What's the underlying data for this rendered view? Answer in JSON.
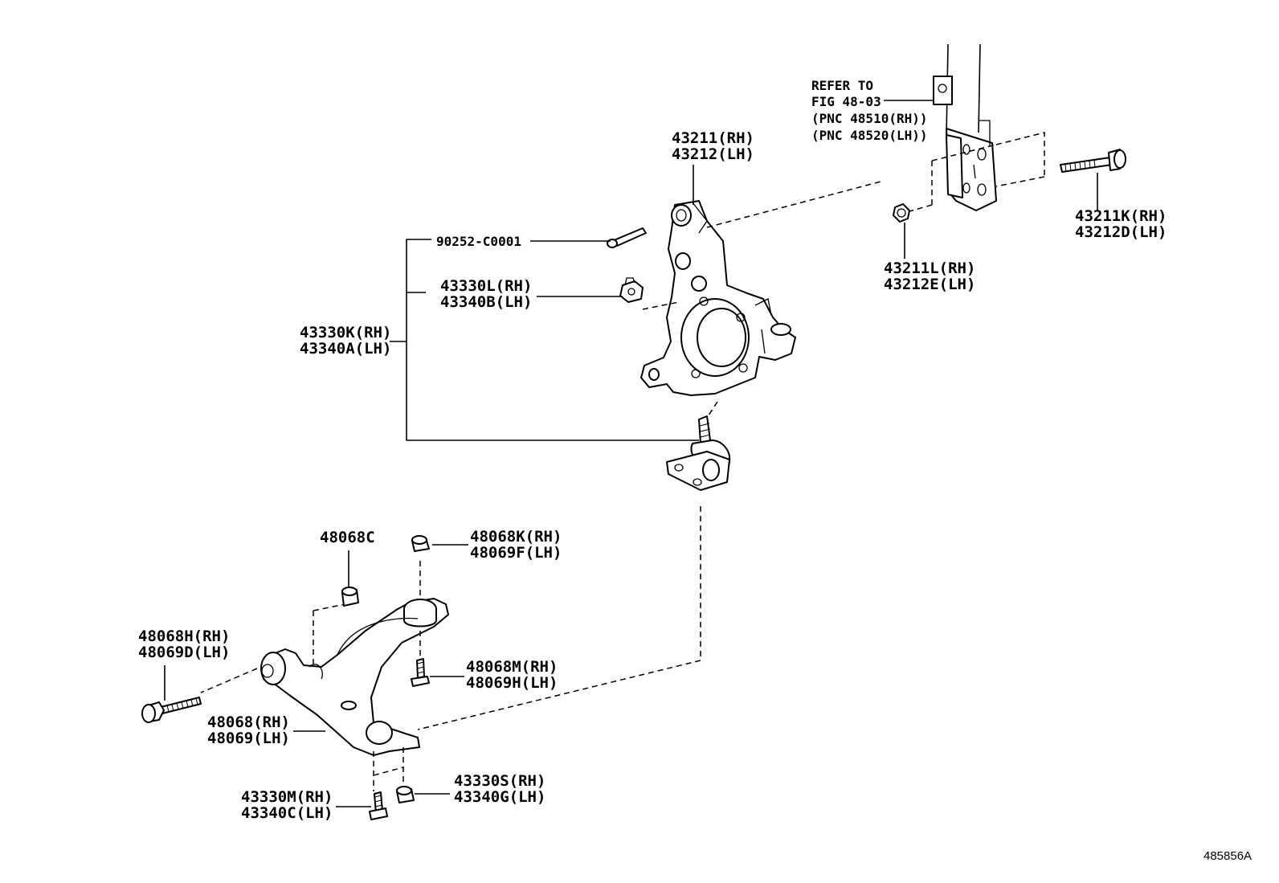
{
  "refer": {
    "line1": "REFER TO",
    "line2": "FIG 48-03",
    "line3": "(PNC 48510(RH))",
    "line4": "(PNC 48520(LH))"
  },
  "labels": {
    "knuckle_rh": "43211(RH)",
    "knuckle_lh": "43212(LH)",
    "cotter_pin": "90252-C0001",
    "nut_rh": "43330L(RH)",
    "nut_lh": "43340B(LH)",
    "balljoint_rh": "43330K(RH)",
    "balljoint_lh": "43340A(LH)",
    "strut_bolt_rh": "43211K(RH)",
    "strut_bolt_lh": "43212D(LH)",
    "strut_nut_rh": "43211L(RH)",
    "strut_nut_lh": "43212E(LH)",
    "bushing": "48068C",
    "arm_nut_rh": "48068K(RH)",
    "arm_nut_lh": "48069F(LH)",
    "arm_bolt_rh": "48068H(RH)",
    "arm_bolt_lh": "48069D(LH)",
    "arm_bolt2_rh": "48068M(RH)",
    "arm_bolt2_lh": "48069H(LH)",
    "arm_rh": "48068(RH)",
    "arm_lh": "48069(LH)",
    "bj_bolt_rh": "43330M(RH)",
    "bj_bolt_lh": "43340C(LH)",
    "bj_nut_rh": "43330S(RH)",
    "bj_nut_lh": "43340G(LH)"
  },
  "illustration_id": "485856A"
}
